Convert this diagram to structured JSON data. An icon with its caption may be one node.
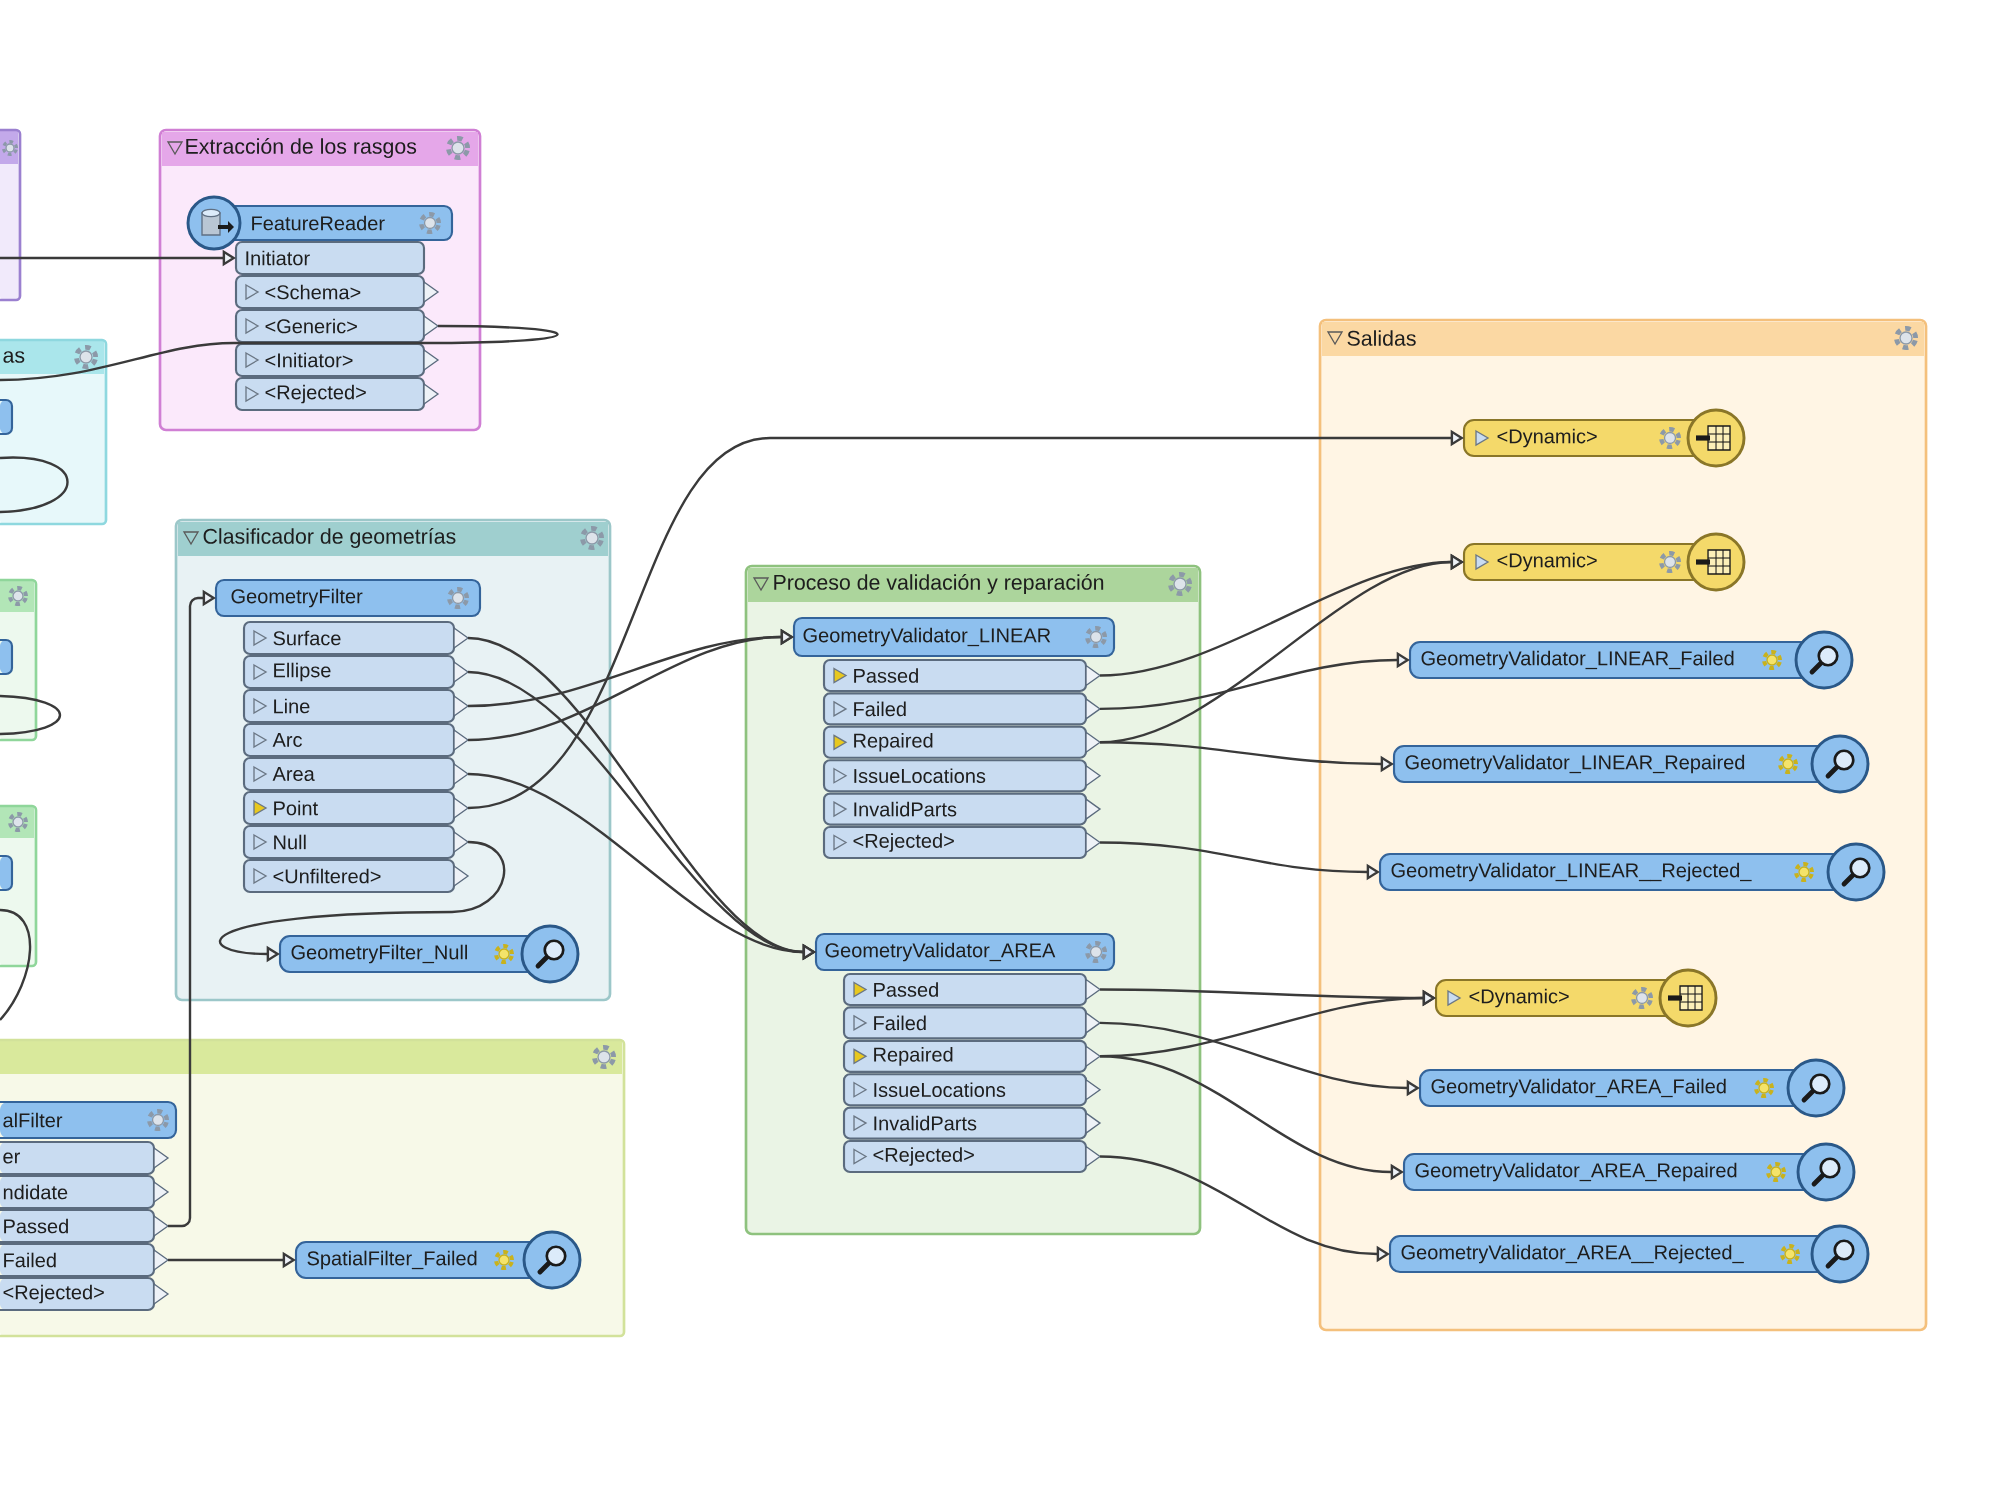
{
  "diagram": {
    "nodes": [
      {
        "text": [],
        "shape": "box"
      },
      {
        "text": [
          "Extracción de los rasgos"
        ]
      },
      {
        "text": [
          "FeatureReader"
        ],
        "in": 1
      },
      {
        "text": [
          "Initiator"
        ],
        "in": 1
      },
      {
        "text": [
          "<Schema>"
        ],
        "in": 1
      },
      {
        "text": [
          "<Generic>"
        ],
        "in": 1
      },
      {
        "text": [
          "<Initiator>"
        ],
        "in": 1
      },
      {
        "text": [
          "<Rejected>"
        ],
        "in": 1
      },
      {
        "text": [
          "as"
        ]
      },
      {
        "text": [],
        "shape": "box",
        "in": 8
      },
      {
        "text": [],
        "shape": "box"
      },
      {
        "text": [],
        "shape": "box",
        "in": 10
      },
      {
        "text": [],
        "shape": "box"
      },
      {
        "text": [],
        "shape": "box",
        "in": 12
      },
      {
        "text": [
          "Clasificador de geometrías"
        ]
      },
      {
        "text": [
          "GeometryFilter"
        ],
        "in": 14
      },
      {
        "text": [
          "Surface"
        ],
        "in": 14
      },
      {
        "text": [
          "Ellipse"
        ],
        "in": 14
      },
      {
        "text": [
          "Line"
        ],
        "in": 14
      },
      {
        "text": [
          "Arc"
        ],
        "in": 14
      },
      {
        "text": [
          "Area"
        ],
        "in": 14
      },
      {
        "text": [
          "Point"
        ],
        "in": 14
      },
      {
        "text": [
          "Null"
        ],
        "in": 14
      },
      {
        "text": [
          "<Unfiltered>"
        ],
        "in": 14
      },
      {
        "text": [
          "GeometryFilter_Null"
        ],
        "in": 14
      },
      {
        "text": [],
        "shape": "box"
      },
      {
        "text": [
          "alFilter"
        ],
        "in": 25
      },
      {
        "text": [
          "er"
        ],
        "in": 25
      },
      {
        "text": [
          "ndidate"
        ],
        "in": 25
      },
      {
        "text": [
          "Passed"
        ],
        "in": 25
      },
      {
        "text": [
          "Failed"
        ],
        "in": 25
      },
      {
        "text": [
          "<Rejected>"
        ],
        "in": 25
      },
      {
        "text": [
          "SpatialFilter_Failed"
        ],
        "in": 25
      },
      {
        "text": [
          "Proceso de validación y reparación"
        ]
      },
      {
        "text": [
          "GeometryValidator_LINEAR"
        ],
        "in": 33
      },
      {
        "text": [
          "Passed"
        ],
        "in": 33
      },
      {
        "text": [
          "Failed"
        ],
        "in": 33
      },
      {
        "text": [
          "Repaired"
        ],
        "in": 33
      },
      {
        "text": [
          "IssueLocations"
        ],
        "in": 33
      },
      {
        "text": [
          "InvalidParts"
        ],
        "in": 33
      },
      {
        "text": [
          "<Rejected>"
        ],
        "in": 33
      },
      {
        "text": [
          "GeometryValidator_AREA"
        ],
        "in": 33
      },
      {
        "text": [
          "Passed"
        ],
        "in": 33
      },
      {
        "text": [
          "Failed"
        ],
        "in": 33
      },
      {
        "text": [
          "Repaired"
        ],
        "in": 33
      },
      {
        "text": [
          "IssueLocations"
        ],
        "in": 33
      },
      {
        "text": [
          "InvalidParts"
        ],
        "in": 33
      },
      {
        "text": [
          "<Rejected>"
        ],
        "in": 33
      },
      {
        "text": [
          "Salidas"
        ]
      },
      {
        "text": [
          "<Dynamic>"
        ],
        "in": 48
      },
      {
        "text": [
          "<Dynamic>"
        ],
        "in": 48
      },
      {
        "text": [
          "GeometryValidator_LINEAR_Failed"
        ],
        "in": 48
      },
      {
        "text": [
          "GeometryValidator_LINEAR_Repaired"
        ],
        "in": 48
      },
      {
        "text": [
          "GeometryValidator_LINEAR__Rejected_"
        ],
        "in": 48
      },
      {
        "text": [
          "<Dynamic>"
        ],
        "in": 48
      },
      {
        "text": [
          "GeometryValidator_AREA_Failed"
        ],
        "in": 48
      },
      {
        "text": [
          "GeometryValidator_AREA_Repaired"
        ],
        "in": 48
      },
      {
        "text": [
          "GeometryValidator_AREA__Rejected_"
        ],
        "in": 48
      }
    ],
    "edges": [
      {
        "from": 0,
        "to": 3,
        "arrow": "to"
      },
      {
        "from": 5,
        "to": 8,
        "arrow": "none"
      },
      {
        "from": 29,
        "to": 15,
        "arrow": "to"
      },
      {
        "from": 30,
        "to": 32,
        "arrow": "to"
      },
      {
        "from": 22,
        "to": 24,
        "arrow": "to"
      },
      {
        "from": 16,
        "to": 41,
        "arrow": "to"
      },
      {
        "from": 17,
        "to": 41,
        "arrow": "to"
      },
      {
        "from": 18,
        "to": 34,
        "arrow": "to"
      },
      {
        "from": 19,
        "to": 34,
        "arrow": "to"
      },
      {
        "from": 20,
        "to": 41,
        "arrow": "to"
      },
      {
        "from": 21,
        "to": 49,
        "arrow": "to"
      },
      {
        "from": 35,
        "to": 50,
        "arrow": "to"
      },
      {
        "from": 36,
        "to": 51,
        "arrow": "to"
      },
      {
        "from": 37,
        "to": 50,
        "arrow": "to"
      },
      {
        "from": 37,
        "to": 52,
        "arrow": "to"
      },
      {
        "from": 40,
        "to": 53,
        "arrow": "to"
      },
      {
        "from": 42,
        "to": 54,
        "arrow": "to"
      },
      {
        "from": 43,
        "to": 55,
        "arrow": "to"
      },
      {
        "from": 44,
        "to": 54,
        "arrow": "to"
      },
      {
        "from": 44,
        "to": 56,
        "arrow": "to"
      },
      {
        "from": 47,
        "to": 57,
        "arrow": "to"
      }
    ]
  }
}
